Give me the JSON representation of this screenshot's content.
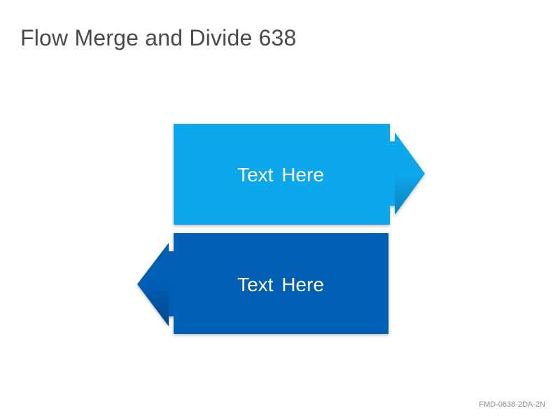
{
  "slide": {
    "title": "Flow Merge and Divide 638",
    "code": "FMD-0638-2DA-2N"
  },
  "diagram": {
    "arrows": [
      {
        "label": "Text Here",
        "direction": "right",
        "color": "#0ba7ec"
      },
      {
        "label": "Text Here",
        "direction": "left",
        "color": "#055fb3"
      }
    ]
  }
}
